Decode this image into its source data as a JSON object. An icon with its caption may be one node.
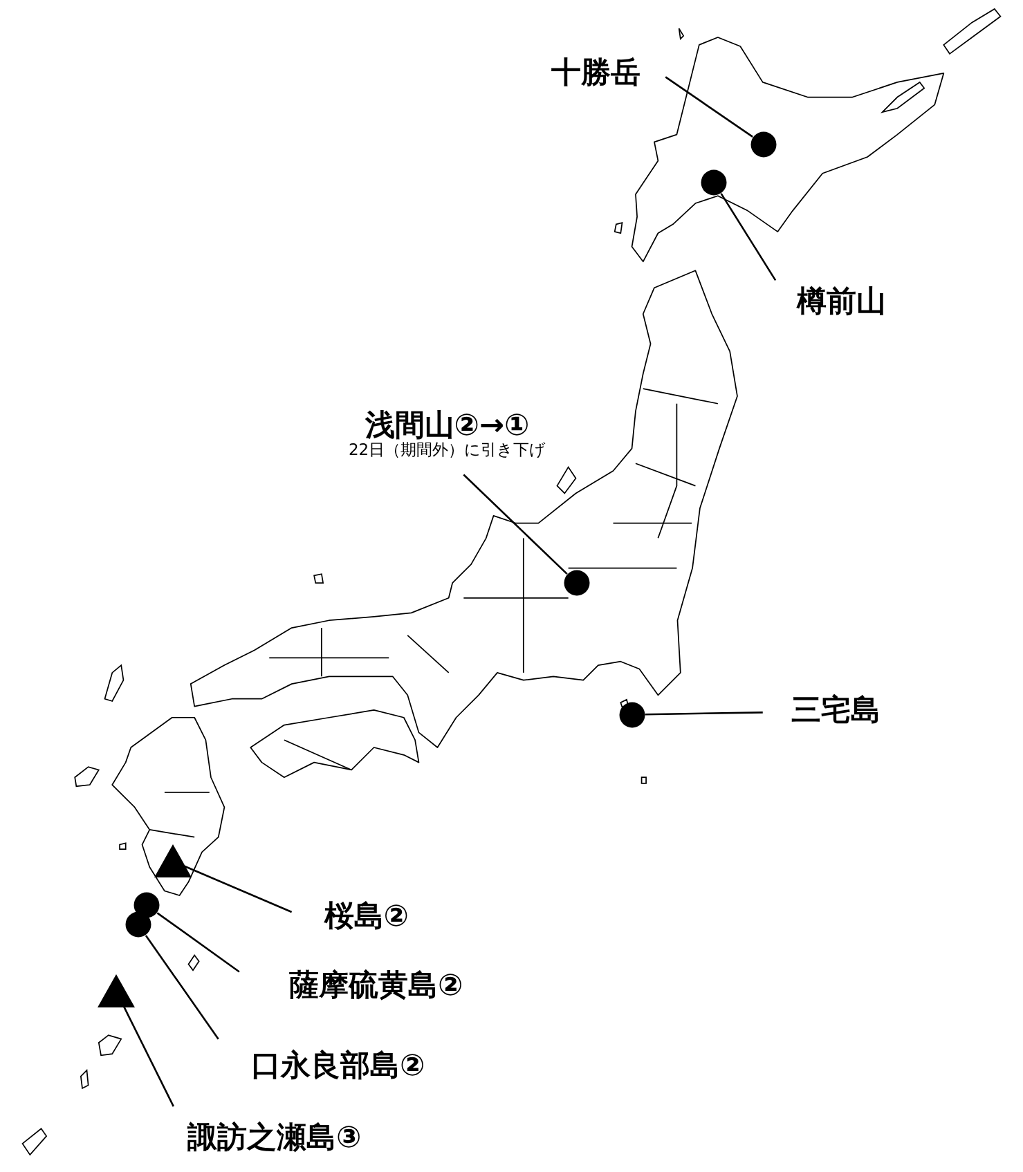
{
  "diagram": {
    "nodes": [
      {
        "text": [
          "十勝岳"
        ]
      },
      {
        "text": [],
        "shape": "circle"
      },
      {
        "text": [],
        "shape": "circle"
      },
      {
        "text": [
          "樽前山"
        ]
      },
      {
        "text": [
          "浅間山②→①",
          "22日（期間外）に引き下げ"
        ]
      },
      {
        "text": [],
        "shape": "circle"
      },
      {
        "text": [],
        "shape": "circle"
      },
      {
        "text": [
          "三宅島"
        ]
      },
      {
        "text": [],
        "shape": "triangle"
      },
      {
        "text": [],
        "shape": "circle"
      },
      {
        "text": [],
        "shape": "circle"
      },
      {
        "text": [
          "桜島②"
        ]
      },
      {
        "text": [],
        "shape": "triangle"
      },
      {
        "text": [
          "薩摩硫黄島②"
        ]
      },
      {
        "text": [
          "口永良部島②"
        ]
      },
      {
        "text": [
          "諏訪之瀬島③"
        ]
      }
    ],
    "edges": [
      {
        "from": 0,
        "to": 1,
        "arrow": "none"
      },
      {
        "from": 3,
        "to": 2,
        "arrow": "none"
      },
      {
        "from": 4,
        "to": 5,
        "arrow": "none"
      },
      {
        "from": 7,
        "to": 6,
        "arrow": "none"
      },
      {
        "from": 11,
        "to": 8,
        "arrow": "none"
      },
      {
        "from": 13,
        "to": 9,
        "arrow": "none"
      },
      {
        "from": 14,
        "to": 10,
        "arrow": "none"
      },
      {
        "from": 15,
        "to": 12,
        "arrow": "none"
      }
    ]
  }
}
